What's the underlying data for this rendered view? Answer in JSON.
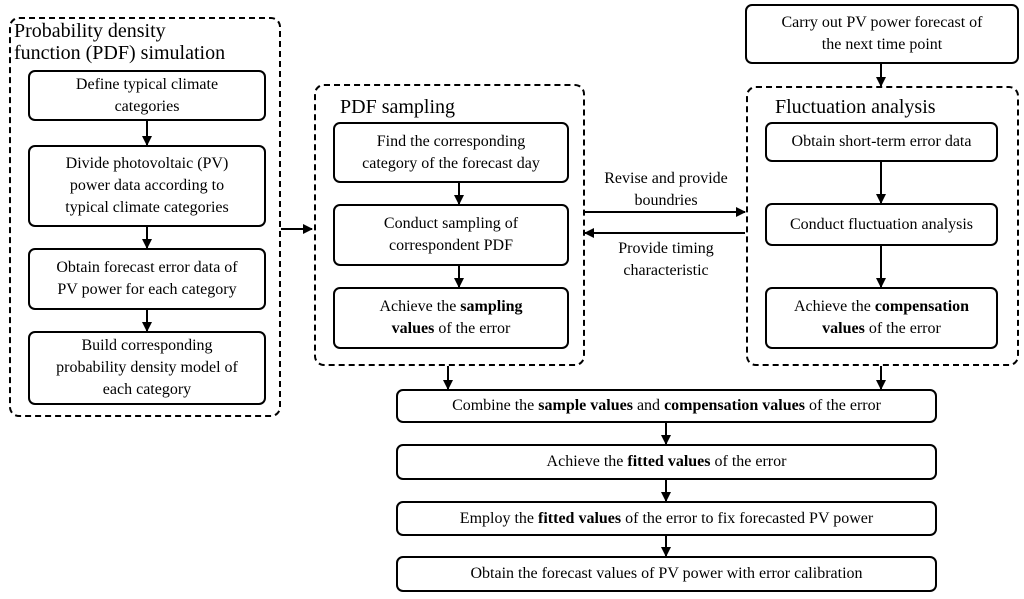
{
  "groups": {
    "pdf_simulation": {
      "title_line1": "Probability density",
      "title_line2": "function (PDF) simulation"
    },
    "pdf_sampling": {
      "title": "PDF sampling"
    },
    "fluctuation": {
      "title": "Fluctuation analysis"
    }
  },
  "left_steps": [
    {
      "l1": "Define typical climate",
      "l2": "categories"
    },
    {
      "l1": "Divide photovoltaic (PV)",
      "l2": "power data according to",
      "l3": "typical climate categories"
    },
    {
      "l1": "Obtain forecast error data of",
      "l2": "PV power for each category"
    },
    {
      "l1": "Build corresponding",
      "l2": "probability density model of",
      "l3": "each category"
    }
  ],
  "mid_steps": [
    {
      "l1": "Find the corresponding",
      "l2": "category of the forecast day"
    },
    {
      "l1": "Conduct sampling of",
      "l2": "correspondent PDF"
    },
    {
      "l1a": "Achieve the ",
      "l1b": "sampling",
      "l2a": "values",
      "l2b": " of the error"
    }
  ],
  "right_top": {
    "l1": "Carry out PV power forecast of",
    "l2": "the next time point"
  },
  "right_steps": [
    {
      "l1": "Obtain short-term error data"
    },
    {
      "l1": "Conduct fluctuation analysis"
    },
    {
      "l1a": "Achieve the ",
      "l1b": "compensation",
      "l2a": "values",
      "l2b": " of the error"
    }
  ],
  "arrow_labels": {
    "revise_l1": "Revise and provide",
    "revise_l2": "boundries",
    "timing_l1": "Provide timing",
    "timing_l2": "characteristic"
  },
  "bottom_steps": [
    {
      "a": "Combine the ",
      "b": "sample values",
      "c": " and ",
      "d": "compensation values",
      "e": " of the error"
    },
    {
      "a": "Achieve the ",
      "b": "fitted values",
      "c": " of the error"
    },
    {
      "a": "Employ the ",
      "b": "fitted values",
      "c": " of the error to fix forecasted PV power"
    },
    {
      "a": "Obtain the forecast values of PV power with error calibration"
    }
  ]
}
